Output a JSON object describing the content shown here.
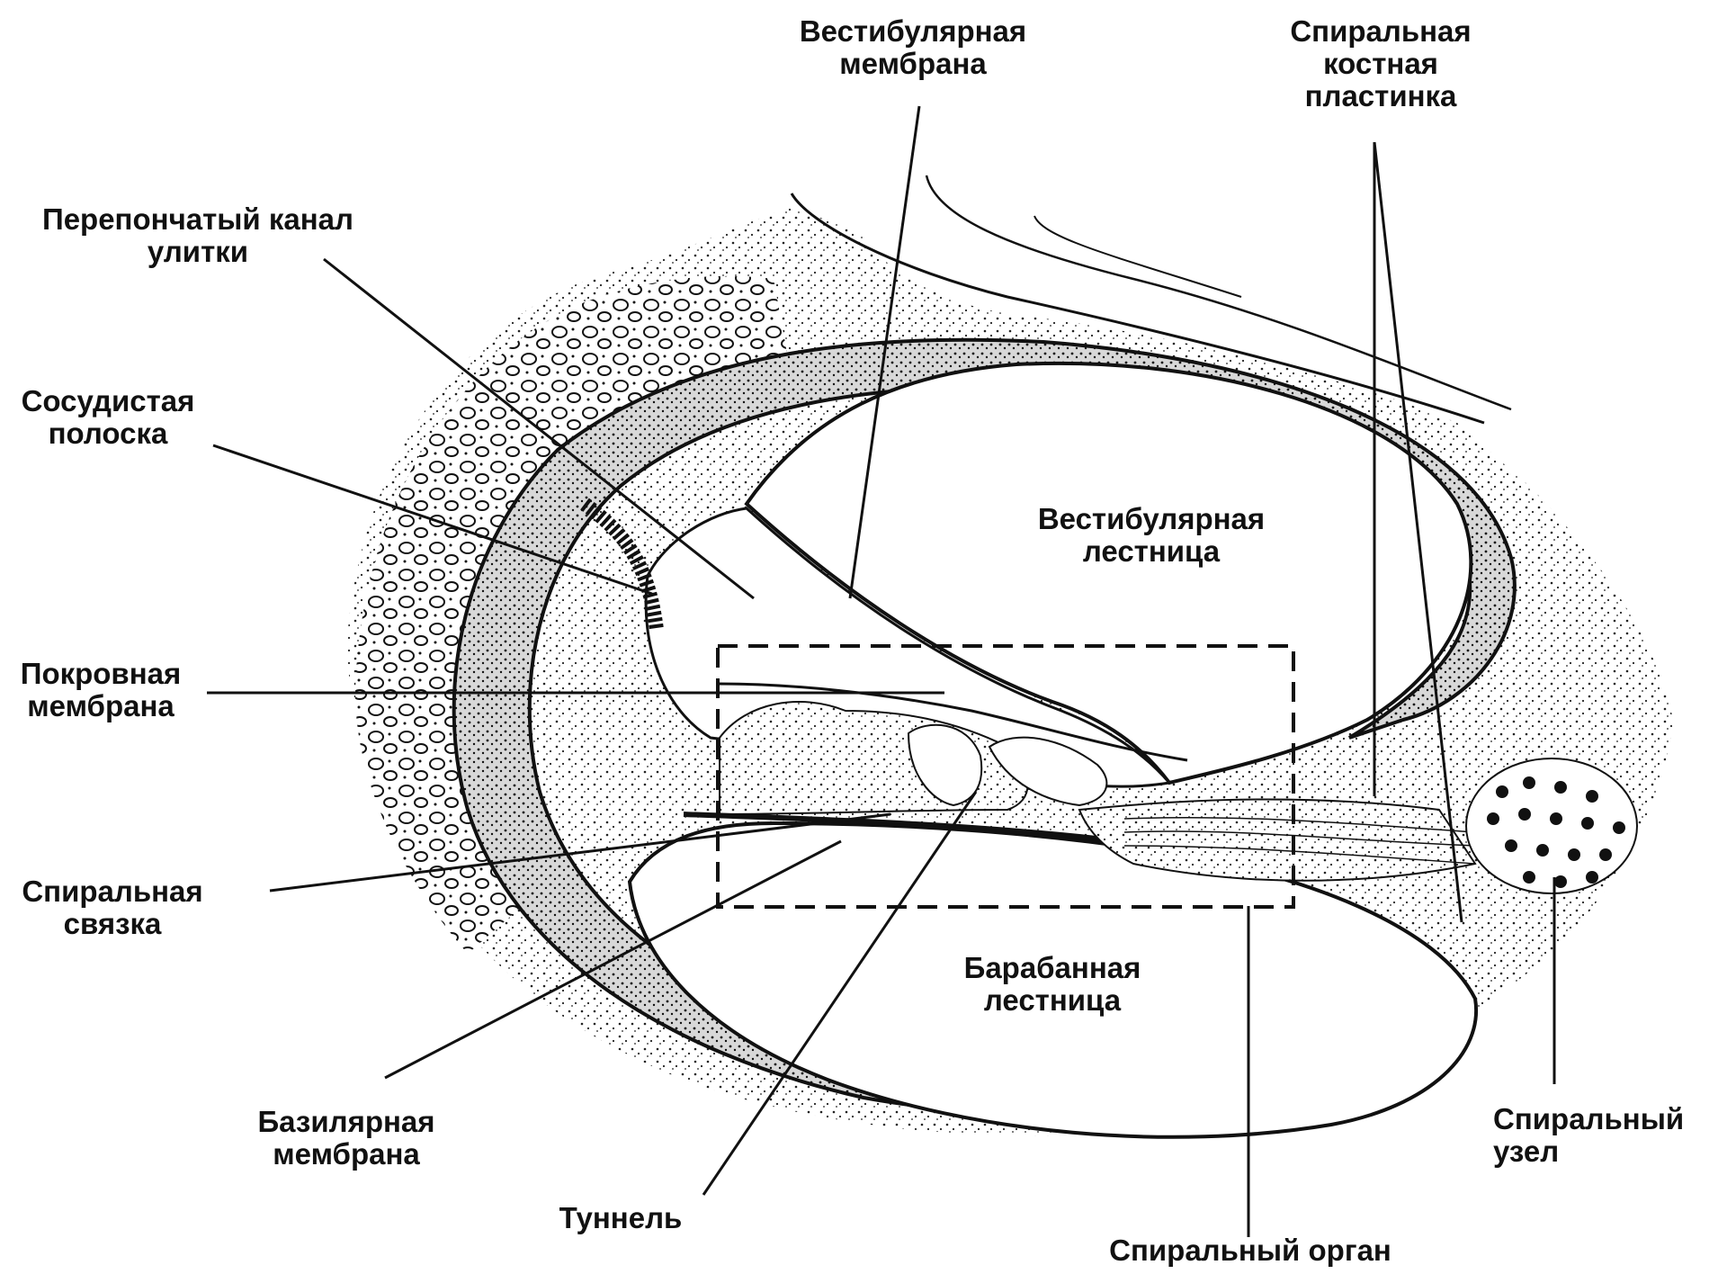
{
  "diagram": {
    "labels": {
      "vestibular_membrane": [
        "Вестибулярная",
        "мембрана"
      ],
      "spiral_lamina": [
        "Спиральная",
        "костная",
        "пластинка"
      ],
      "cochlear_duct": [
        "Перепончатый канал",
        "улитки"
      ],
      "stria_vascularis": [
        "Сосудистая",
        "полоска"
      ],
      "tectorial_membrane": [
        "Покровная",
        "мембрана"
      ],
      "spiral_ligament": [
        "Спиральная",
        "связка"
      ],
      "basilar_membrane": [
        "Базилярная",
        "мембрана"
      ],
      "tunnel": [
        "Туннель"
      ],
      "organ_of_corti": [
        "Спиральный орган"
      ],
      "spiral_ganglion": [
        "Спиральный",
        "узел"
      ],
      "scala_vestibuli": [
        "Вестибулярная",
        "лестница"
      ],
      "scala_tympani": [
        "Барабанная",
        "лестница"
      ]
    },
    "colors": {
      "ink": "#111111",
      "paper": "#ffffff",
      "tissue": "#e6e6e6"
    }
  }
}
